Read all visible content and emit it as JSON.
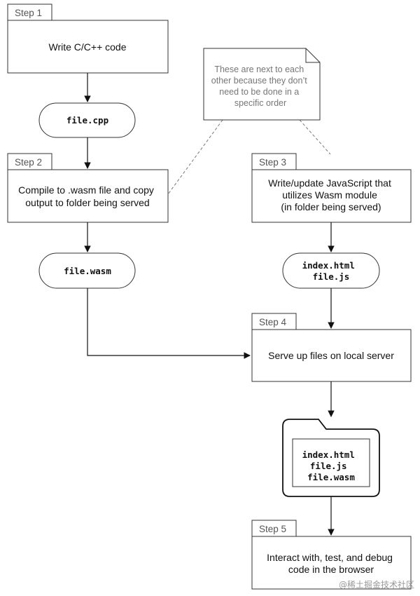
{
  "steps": {
    "s1": {
      "tab": "Step 1",
      "lines": [
        "Write C/C++ code"
      ]
    },
    "s2": {
      "tab": "Step 2",
      "lines": [
        "Compile to .wasm file and copy",
        "output to folder being served"
      ]
    },
    "s3": {
      "tab": "Step 3",
      "lines": [
        "Write/update JavaScript that",
        "utilizes Wasm module",
        "(in folder being served)"
      ]
    },
    "s4": {
      "tab": "Step 4",
      "lines": [
        "Serve up files on local server"
      ]
    },
    "s5": {
      "tab": "Step 5",
      "lines": [
        "Interact with, test, and debug",
        "code in the browser"
      ]
    }
  },
  "files": {
    "cpp": [
      "file.cpp"
    ],
    "wasm": [
      "file.wasm"
    ],
    "js": [
      "index.html",
      "file.js"
    ],
    "folder": [
      "index.html",
      "file.js",
      "file.wasm"
    ]
  },
  "note": {
    "lines": [
      "These are next to each",
      "other because they don’t",
      "need to be done in a",
      "specific order"
    ]
  },
  "watermark": "@稀土掘金技术社区"
}
